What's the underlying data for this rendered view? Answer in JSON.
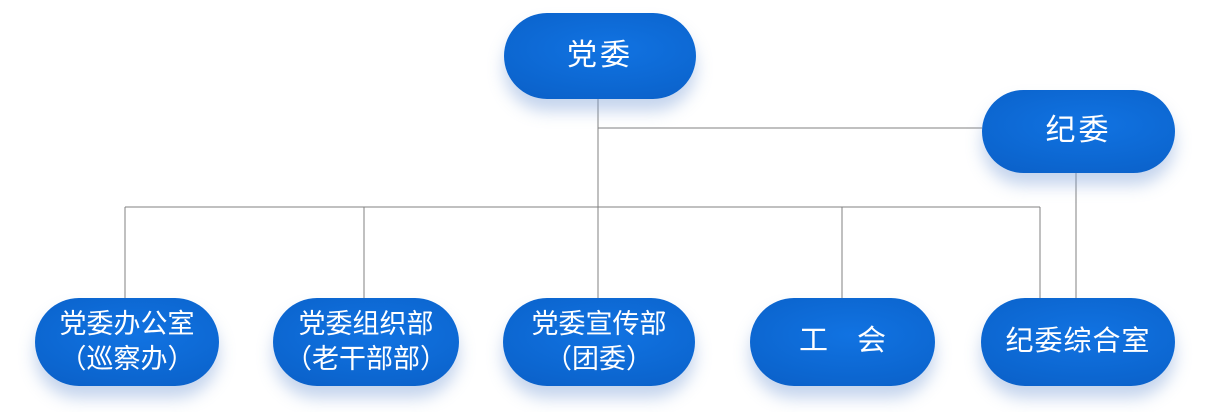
{
  "diagram_type": "org-chart",
  "nodes": {
    "dangwei": {
      "label": "党委"
    },
    "jiwei": {
      "label": "纪委"
    },
    "bangongshi": {
      "line1": "党委办公室",
      "line2": "（巡察办）"
    },
    "zuzhibu": {
      "line1": "党委组织部",
      "line2": "（老干部部）"
    },
    "xuanchuanbu": {
      "line1": "党委宣传部",
      "line2": "（团委）"
    },
    "gonghui": {
      "label": "工　会"
    },
    "zongheshi": {
      "label": "纪委综合室"
    }
  },
  "hierarchy": {
    "root": "党委",
    "edges": [
      {
        "from": "党委",
        "to": "纪委"
      },
      {
        "from": "党委",
        "to": "党委办公室（巡察办）"
      },
      {
        "from": "党委",
        "to": "党委组织部（老干部部）"
      },
      {
        "from": "党委",
        "to": "党委宣传部（团委）"
      },
      {
        "from": "党委",
        "to": "工会"
      },
      {
        "from": "党委",
        "to": "纪委综合室"
      },
      {
        "from": "纪委",
        "to": "纪委综合室"
      }
    ]
  },
  "colors": {
    "node_fill_center": "#1173e2",
    "node_fill_edge": "#0750ae",
    "node_text": "#ffffff",
    "connector_line": "#808080",
    "background": "#ffffff",
    "node_shadow": "rgba(125,160,215,0.45)"
  }
}
